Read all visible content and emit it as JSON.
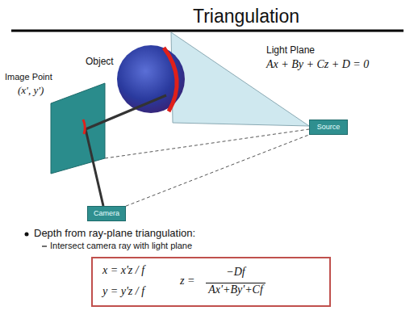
{
  "diagram": {
    "title": "Triangulation",
    "nodes": [
      {
        "text": [
          "Source"
        ]
      },
      {
        "text": [
          "Camera"
        ]
      },
      {
        "text": [
          "x = x'z / f",
          "y = y'z / f",
          "z =",
          "−Df",
          "Ax'+By'+Cf"
        ]
      }
    ],
    "edges": [
      {
        "from": 1,
        "to": 0,
        "arrow": "none"
      }
    ],
    "labels": [
      "Object",
      "Light Plane",
      "Ax + By + Cz + D = 0",
      "Image Point",
      "(x', y')",
      "Depth from ray-plane triangulation:",
      "Intersect camera ray with light plane"
    ]
  }
}
